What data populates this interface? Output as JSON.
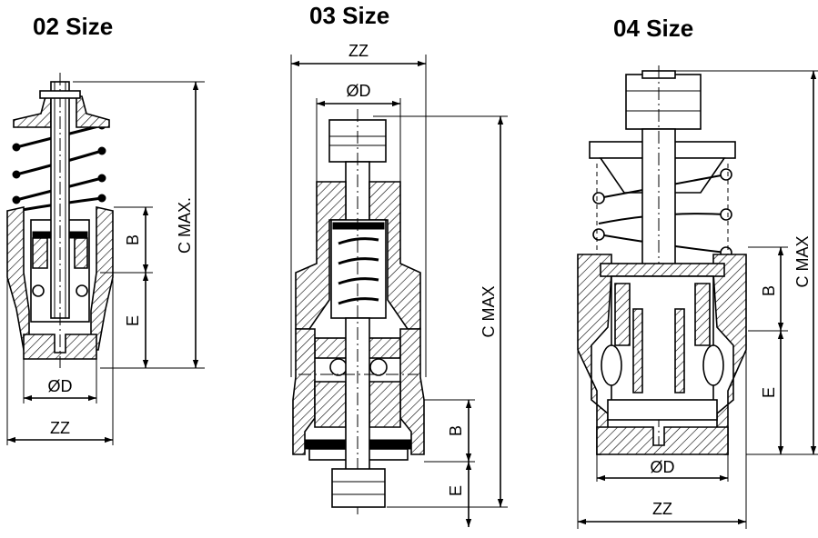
{
  "diagrams": [
    {
      "title": "02 Size",
      "labels": {
        "c": "C MAX.",
        "b": "B",
        "e": "E",
        "d": "ØD",
        "zz": "ZZ"
      }
    },
    {
      "title": "03 Size",
      "labels": {
        "zz": "ZZ",
        "d": "ØD",
        "c": "C MAX",
        "b": "B",
        "e": "E"
      }
    },
    {
      "title": "04 Size",
      "labels": {
        "c": "C MAX",
        "b": "B",
        "e": "E",
        "d": "ØD",
        "zz": "ZZ"
      }
    }
  ]
}
